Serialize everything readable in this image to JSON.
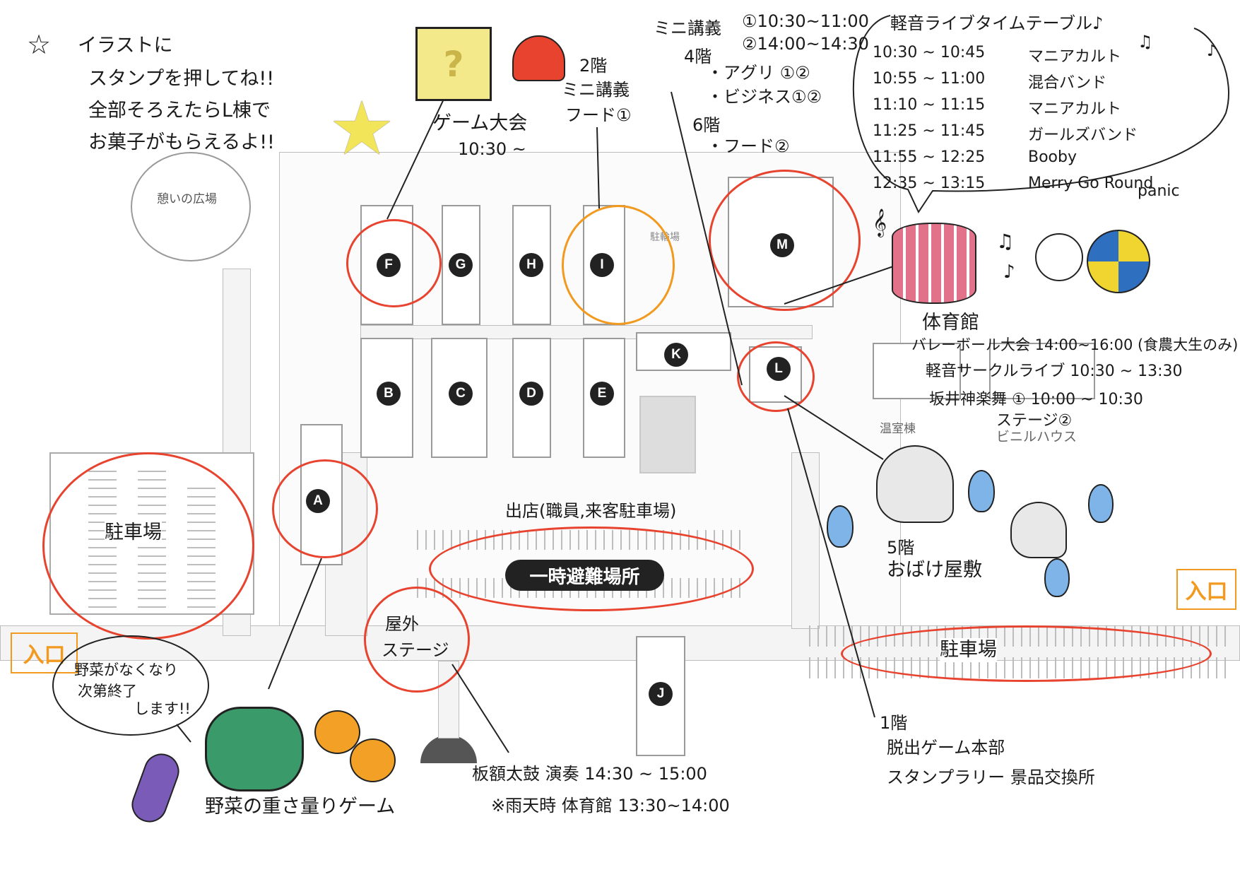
{
  "stamp_notice": {
    "star": "☆",
    "line1": "イラストに",
    "line2": "スタンプを押してね!!",
    "line3": "全部そろえたらL棟で",
    "line4": "お菓子がもらえるよ!!"
  },
  "plaza_label": "憩いの広場",
  "bicycle_parking_label": "駐輪場",
  "buildings": {
    "A": "A",
    "B": "B",
    "C": "C",
    "D": "D",
    "E": "E",
    "F": "F",
    "G": "G",
    "H": "H",
    "I": "I",
    "J": "J",
    "K": "K",
    "L": "L",
    "M": "M"
  },
  "game_tournament": {
    "title": "ゲーム大会",
    "time": "10:30 ~"
  },
  "floor2_note": {
    "line1": "2階",
    "line2": "ミニ講義",
    "line3": "フード①"
  },
  "mini_lecture": {
    "title": "ミニ講義",
    "time1": "①10:30~11:00",
    "time2": "②14:00~14:30",
    "floor4": "4階",
    "agri": "・アグリ ①②",
    "business": "・ビジネス①②",
    "floor6": "6階",
    "food": "・フード②"
  },
  "live_timetable": {
    "title": "軽音ライブタイムテーブル♪",
    "rows": [
      {
        "time": "10:30 ~ 10:45",
        "band": "マニアカルト"
      },
      {
        "time": "10:55 ~ 11:00",
        "band": "混合バンド"
      },
      {
        "time": "11:10 ~ 11:15",
        "band": "マニアカルト"
      },
      {
        "time": "11:25 ~ 11:45",
        "band": "ガールズバンド"
      },
      {
        "time": "11:55 ~ 12:25",
        "band": "Booby"
      },
      {
        "time": "12:35 ~ 13:15",
        "band": "Merry Go Round"
      }
    ],
    "band_cont": "panic"
  },
  "gym": {
    "title": "体育館",
    "volleyball": "バレーボール大会 14:00~16:00 (食農大生のみ)",
    "live": "軽音サークルライブ 10:30 ~ 13:30",
    "kagura": "坂井神楽舞 ① 10:00 ~ 10:30",
    "stage": "ステージ②"
  },
  "greenhouse": {
    "label1": "温室棟",
    "label2": "ビニルハウス"
  },
  "haunted_house": {
    "floor": "5階",
    "name": "おばけ屋敷"
  },
  "parking_left": "駐車場",
  "parking_right": "駐車場",
  "shops_note": "出店(職員,来客駐車場)",
  "evacuation": "一時避難場所",
  "outdoor_stage": {
    "line1": "屋外",
    "line2": "ステージ"
  },
  "entrance_left": "入口",
  "entrance_right": "入口",
  "vegetable_bubble": {
    "line1": "野菜がなくなり",
    "line2": "次第終了",
    "line3": "します!!"
  },
  "vegetable_game": "野菜の重さ量りゲーム",
  "taiko": {
    "line1": "板額太鼓 演奏 14:30 ~ 15:00",
    "line2": "※雨天時 体育館 13:30~14:00"
  },
  "floor1_note": {
    "line1": "1階",
    "line2": "脱出ゲーム本部",
    "line3": "スタンプラリー 景品交換所"
  },
  "colors": {
    "red_circle": "#e8432f",
    "orange_circle": "#f29a1f",
    "entrance": "#f29a1f"
  }
}
